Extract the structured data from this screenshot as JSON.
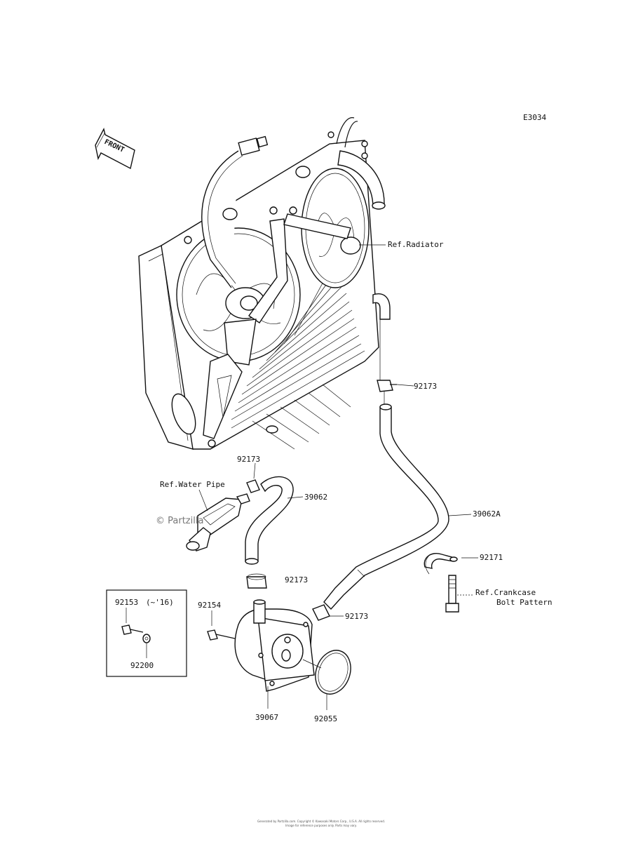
{
  "diagram_code": "E3034",
  "front_marker": "FRONT",
  "references": {
    "radiator": "Ref.Radiator",
    "water_pipe": "Ref.Water Pipe",
    "crankcase": "Ref.Crankcase",
    "bolt_pattern": "Bolt Pattern"
  },
  "part_numbers": {
    "clamp_upper": "92173",
    "clamp_mid": "92173",
    "clamp_lower": "92173",
    "clamp_right": "92173",
    "hose_short": "39062",
    "hose_long": "39062A",
    "clamp_bolt": "92171",
    "bolt_cooler": "92154",
    "oil_cooler": "39067",
    "o_ring": "92055"
  },
  "inset": {
    "bolt": "92153",
    "bolt_note": "(~'16)",
    "washer": "92200"
  },
  "watermark": "© Partzilla",
  "footer_line1": "Generated by Partzilla.com. Copyright © Kawasaki Motors Corp., U.S.A. All rights reserved.",
  "footer_line2": "Image for reference purposes only. Parts may vary."
}
